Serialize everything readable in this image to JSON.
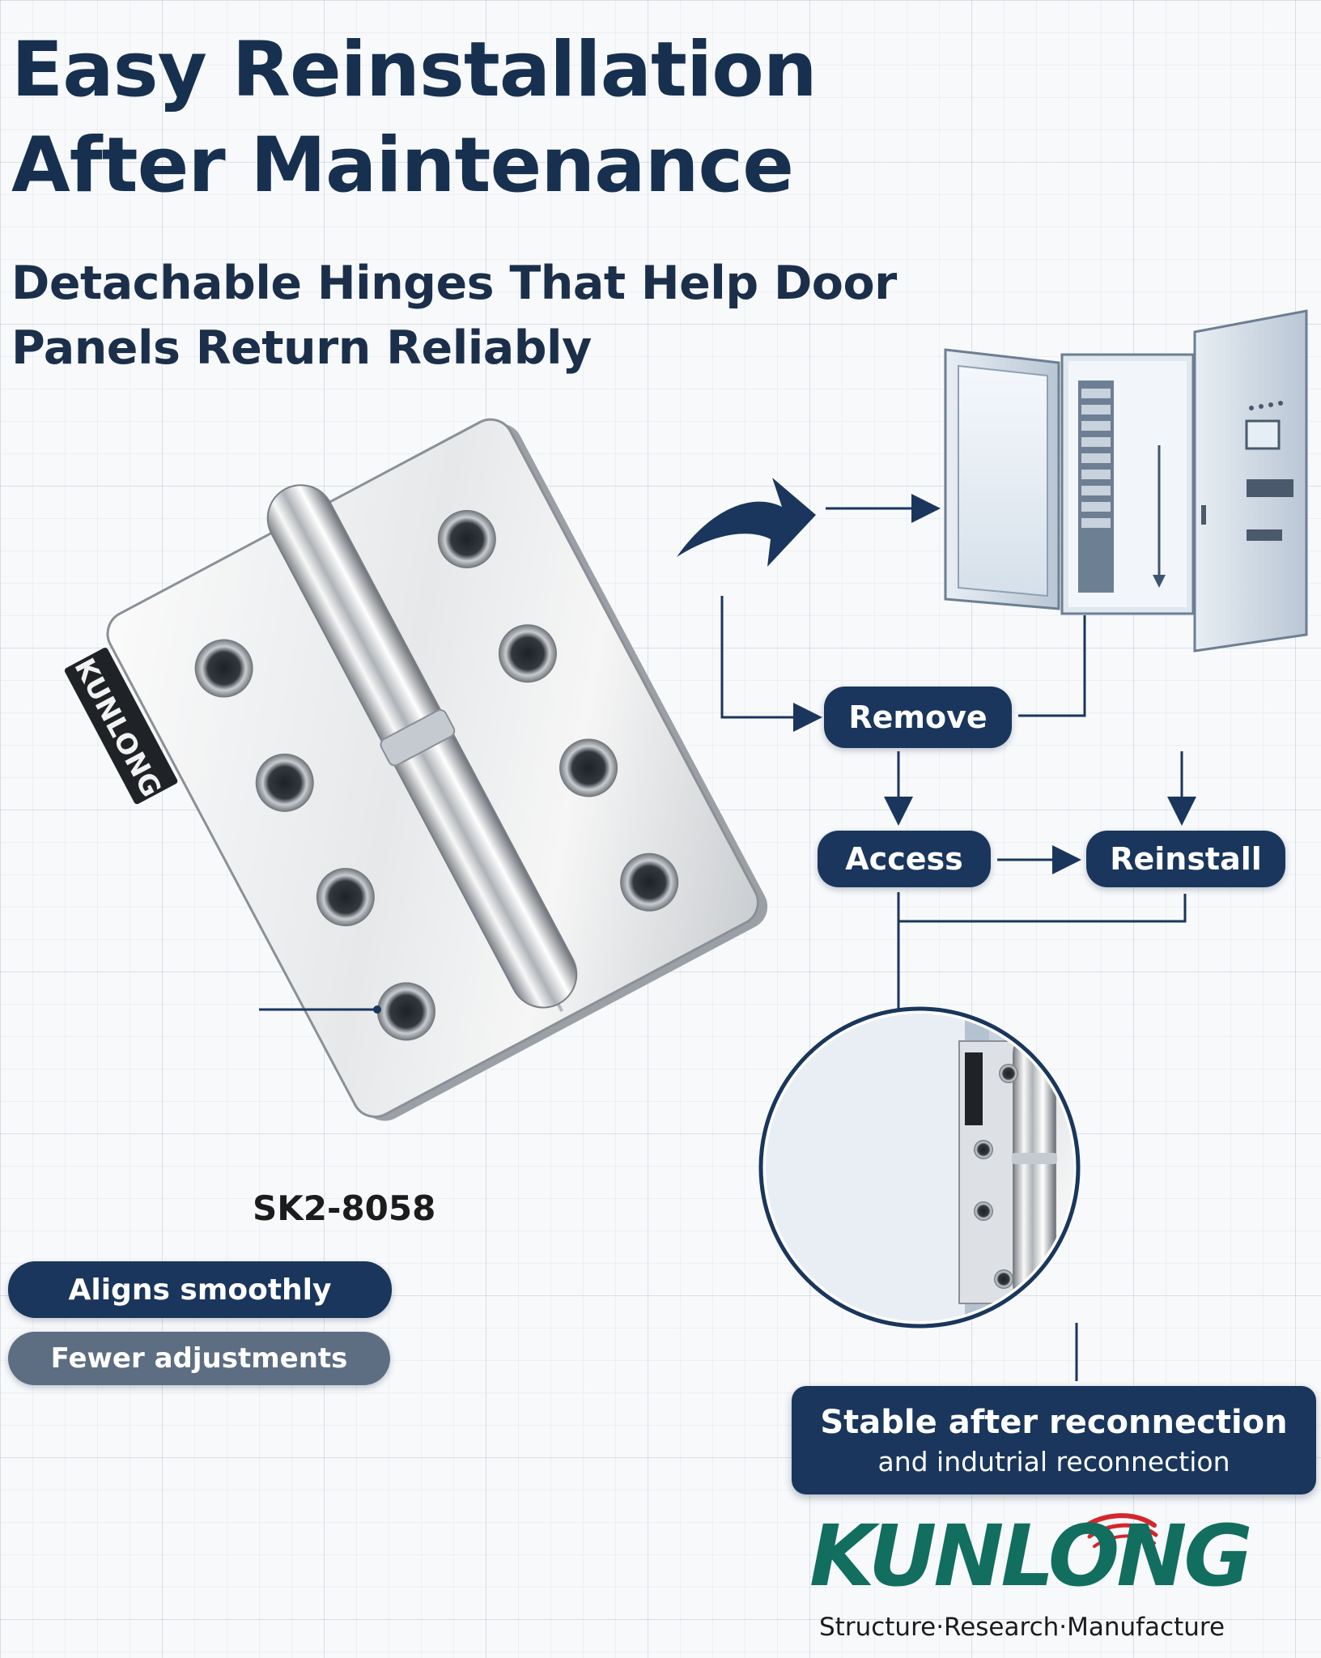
{
  "headline": {
    "line1": "Easy Reinstallation",
    "line2": "After Maintenance"
  },
  "subheadline": {
    "line1": "Detachable Hinges That Help Door",
    "line2": "Panels Return Reliably"
  },
  "product": {
    "engraving": "KUNLONG",
    "model_code": "SK2-8058"
  },
  "process_steps": {
    "remove": "Remove",
    "access": "Access",
    "reinstall": "Reinstall"
  },
  "feature_tags": {
    "aligns": "Aligns smoothly",
    "fewer": "Fewer adjustments"
  },
  "callout": {
    "title": "Stable after reconnection",
    "subtitle": "and indutrial reconnection"
  },
  "brand": {
    "logo_text": "KUNLONG",
    "slogan": "Structure·Research·Manufacture"
  },
  "colors": {
    "navy": "#1a365c",
    "slate": "#5d6e82",
    "headline": "#17304f",
    "brand_green": "#126e5e",
    "brand_red": "#d4262c"
  }
}
